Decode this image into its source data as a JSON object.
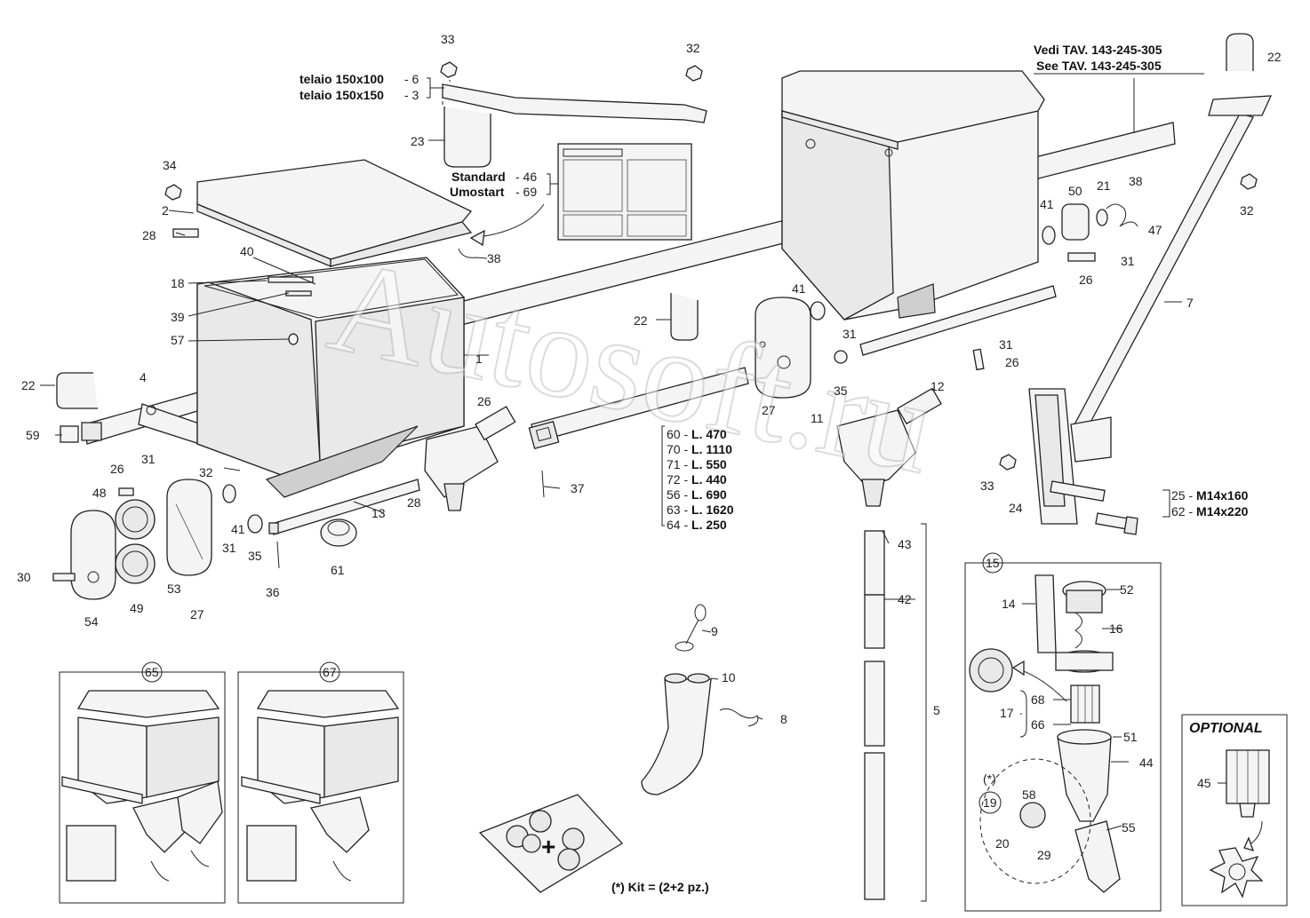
{
  "title_ref": {
    "line1": "Vedi TAV. 143-245-305",
    "line2": "See TAV. 143-245-305"
  },
  "frame_options": {
    "line1": "telaio 150x100",
    "line1_num": "- 6",
    "line2": "telaio 150x150",
    "line2_num": "- 3"
  },
  "plate_options": {
    "line1": "Standard",
    "line1_num": "- 46",
    "line2": "Umostart",
    "line2_num": "- 69"
  },
  "lengths": [
    {
      "num": "60",
      "len": "L. 470"
    },
    {
      "num": "70",
      "len": "L. 1110"
    },
    {
      "num": "71",
      "len": "L. 550"
    },
    {
      "num": "72",
      "len": "L. 440"
    },
    {
      "num": "56",
      "len": "L. 690"
    },
    {
      "num": "63",
      "len": "L. 1620"
    },
    {
      "num": "64",
      "len": "L. 250"
    }
  ],
  "bolts": [
    {
      "num": "25",
      "spec": "M14x160"
    },
    {
      "num": "62",
      "spec": "M14x220"
    }
  ],
  "optional_label": "OPTIONAL",
  "kit_note": "(*) Kit = (2+2 pz.)",
  "kit_plus": "+",
  "kit_star": "(*)",
  "watermark": "Autosoft.ru",
  "callouts": {
    "c1": "1",
    "c2": "2",
    "c4": "4",
    "c5": "5",
    "c7": "7",
    "c8": "8",
    "c9": "9",
    "c10": "10",
    "c11": "11",
    "c12": "12",
    "c13": "13",
    "c14": "14",
    "c15": "15",
    "c16": "16",
    "c17": "17",
    "c18": "18",
    "c19": "19",
    "c20": "20",
    "c21": "21",
    "c22a": "22",
    "c22b": "22",
    "c22c": "22",
    "c23": "23",
    "c24": "24",
    "c26a": "26",
    "c26b": "26",
    "c26c": "26",
    "c26d": "26",
    "c27a": "27",
    "c27b": "27",
    "c28a": "28",
    "c28b": "28",
    "c29": "29",
    "c30": "30",
    "c31a": "31",
    "c31b": "31",
    "c31c": "31",
    "c31d": "31",
    "c31e": "31",
    "c32a": "32",
    "c32b": "32",
    "c32c": "32",
    "c33a": "33",
    "c33b": "33",
    "c34": "34",
    "c35a": "35",
    "c35b": "35",
    "c36": "36",
    "c37": "37",
    "c38a": "38",
    "c38b": "38",
    "c39": "39",
    "c40": "40",
    "c41a": "41",
    "c41b": "41",
    "c41c": "41",
    "c42": "42",
    "c43": "43",
    "c44": "44",
    "c45": "45",
    "c47": "47",
    "c48": "48",
    "c49": "49",
    "c50": "50",
    "c51": "51",
    "c52": "52",
    "c53": "53",
    "c54": "54",
    "c55": "55",
    "c57": "57",
    "c58": "58",
    "c59": "59",
    "c61": "61",
    "c65": "65",
    "c66": "66",
    "c67": "67",
    "c68": "68"
  }
}
